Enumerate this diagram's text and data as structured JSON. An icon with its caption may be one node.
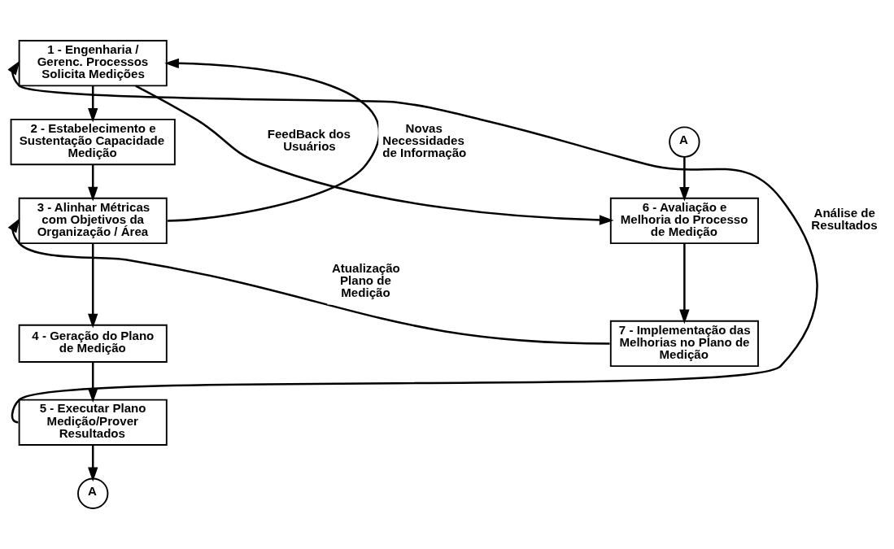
{
  "diagram": {
    "nodes": [
      {
        "text": [
          "1 - Engenharia / Gerenc. Processos Solicita Medições"
        ]
      },
      {
        "text": [
          "2 - Estabelecimento e Sustentação Capacidade Medição"
        ]
      },
      {
        "text": [
          "3 - Alinhar Métricas com Objetivos da Organização / Área"
        ]
      },
      {
        "text": [
          "4 - Geração do Plano de Medição"
        ]
      },
      {
        "text": [
          "5 - Executar Plano Medição/Prover Resultados"
        ]
      },
      {
        "text": [
          "A"
        ]
      },
      {
        "text": [
          "A"
        ]
      },
      {
        "text": [
          "6 - Avaliação e Melhoria do Processo de Medição"
        ]
      },
      {
        "text": [
          "7 - Implementação das Melhorias no Plano de Medição"
        ]
      }
    ],
    "edges": [
      {
        "from": 0,
        "to": 1,
        "arrow": "to"
      },
      {
        "from": 1,
        "to": 2,
        "arrow": "to"
      },
      {
        "from": 2,
        "to": 3,
        "arrow": "to"
      },
      {
        "from": 3,
        "to": 4,
        "arrow": "to"
      },
      {
        "from": 4,
        "to": 5,
        "arrow": "to"
      },
      {
        "from": 6,
        "to": 7,
        "arrow": "to"
      },
      {
        "from": 7,
        "to": 8,
        "arrow": "to"
      },
      {
        "from": 4,
        "to": 0,
        "arrow": "to",
        "label": "Análise de Resultados"
      },
      {
        "from": 2,
        "to": 0,
        "arrow": "to",
        "label": "Novas Necessidades de Informação"
      },
      {
        "from": 0,
        "to": 7,
        "arrow": "to",
        "label": "FeedBack dos Usuários"
      },
      {
        "from": 8,
        "to": 2,
        "arrow": "to",
        "label": "Atualização Plano de Medição"
      }
    ]
  }
}
